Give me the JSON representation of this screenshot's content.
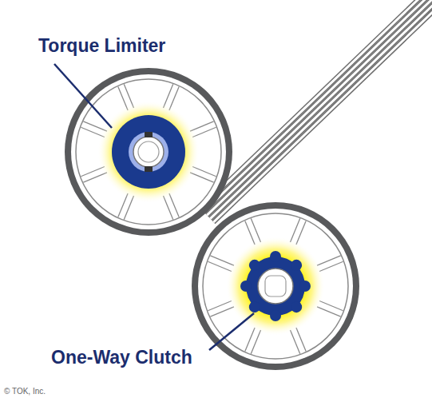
{
  "diagram": {
    "labels": [
      "Torque Limiter",
      "One-Way Clutch",
      "© TOK, Inc."
    ]
  }
}
